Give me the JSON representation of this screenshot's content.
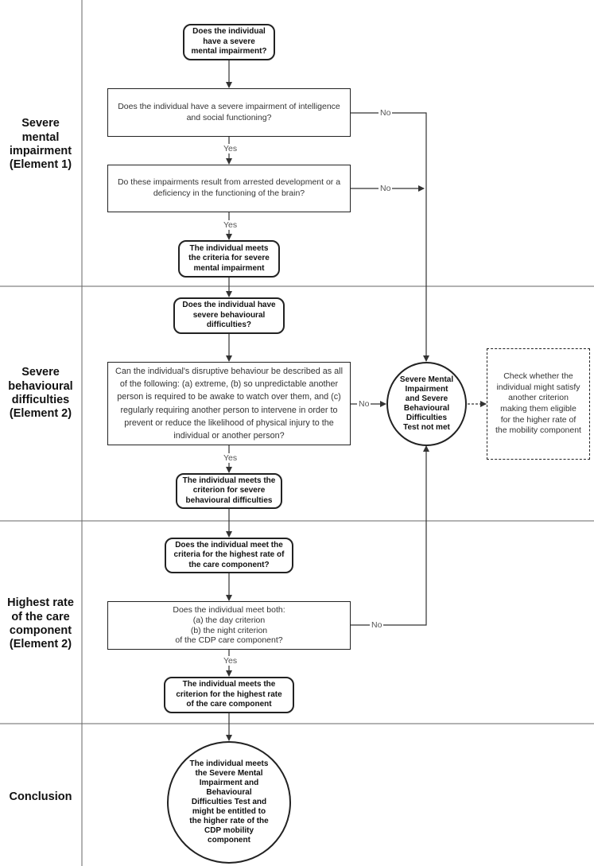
{
  "lanes": {
    "l1": "Severe\nmental\nimpairment\n(Element 1)",
    "l2": "Severe\nbehavioural\ndifficulties\n(Element 2)",
    "l3": "Highest rate\nof the care\ncomponent\n(Element 2)",
    "l4": "Conclusion"
  },
  "nodes": {
    "q_smi": "Does the individual\nhave a severe\nmental impairment?",
    "q_intel": "Does the individual have a severe impairment of intelligence\nand social functioning?",
    "q_arrested": "Do these impairments result from arrested development or a\ndeficiency in the functioning of the brain?",
    "meets_smi": "The individual meets\nthe criteria for severe\nmental impairment",
    "q_sbd": "Does the individual have\nsevere behavioural\ndifficulties?",
    "q_disruptive": "Can the individual's disruptive behaviour be described as all of the following: (a) extreme, (b) so unpredictable another person is required to be awake to watch over them, and (c) regularly requiring another person to intervene in order to prevent or reduce the likelihood of physical injury to the individual or another person?",
    "meets_sbd": "The individual meets the\ncriterion for severe\nbehavioural difficulties",
    "not_met": "Severe Mental\nImpairment\nand Severe\nBehavioural\nDifficulties\nTest not met",
    "check": "Check whether the individual might satisfy another criterion making them eligible for the higher rate of the mobility component",
    "q_care": "Does the individual meet the\ncriteria for the highest rate of\nthe care component?",
    "q_both": "Does the individual meet both:\n(a) the day criterion\n(b) the night criterion\nof the CDP care component?",
    "meets_care": "The individual meets the\ncriterion for the highest rate\nof the care component",
    "conclusion": "The individual meets\nthe Severe Mental\nImpairment and\nBehavioural\nDifficulties Test and\nmight be entitled to\nthe higher rate of the\nCDP mobility\ncomponent"
  },
  "edges": {
    "yes1": "Yes",
    "yes2": "Yes",
    "yes3": "Yes",
    "yes4": "Yes",
    "no1": "No",
    "no2": "No",
    "no3": "No",
    "no4": "No"
  }
}
